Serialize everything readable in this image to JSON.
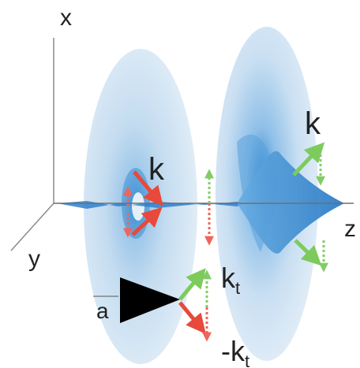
{
  "labels": {
    "axis_x": "x",
    "axis_y": "y",
    "axis_z": "z",
    "k_left": "k",
    "k_right": "k",
    "kt": "k",
    "kt_sub": "t",
    "neg_kt": "-k",
    "neg_kt_sub": "t",
    "a": "a"
  },
  "colors": {
    "axis": "#8a8a8a",
    "disk_light": "#dbeaf5",
    "disk_mid": "#a9cce9",
    "disk_dark": "#3d8fd0",
    "arrow_red": "#e8493a",
    "arrow_green": "#7ccb5c",
    "dotted_red": "#f0645a",
    "dotted_green": "#82cc66",
    "triangle": "#000000",
    "text": "#222222"
  }
}
